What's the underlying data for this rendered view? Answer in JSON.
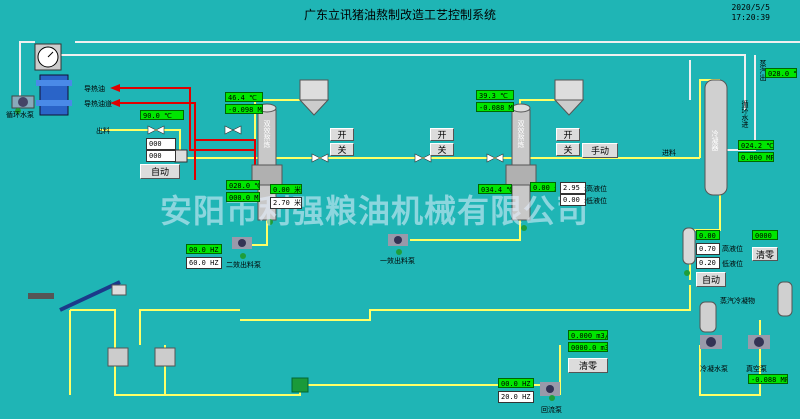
{
  "header": {
    "title": "广东立讯猪油熬制改造工艺控制系统",
    "date": "2020/5/5",
    "time": "17:20:39"
  },
  "watermark": "安阳市利强粮油机械有限公司",
  "colors": {
    "background": "#1fb5b5",
    "pipe": "#ffff66",
    "red_pipe": "#e00000",
    "display_green": "#00e600"
  },
  "labels": {
    "circ_pump": "循环水泵",
    "heat_oil_in": "导热油",
    "heat_oil_out": "导热油道",
    "feed_left": "出料",
    "pump1": "二效出料泵",
    "pump2": "一效出料泵",
    "feed_right": "进料",
    "evap": "冷凝器",
    "high_liq": "高液位",
    "low_liq": "低液位",
    "vac_pump": "冷凝水泵",
    "vac_pump2": "真空泵",
    "steam_out": "蒸汽出",
    "water_in": "循环水进",
    "condensate": "蒸汽冷凝物",
    "return_pump": "回流泵",
    "col1_text": "双效熬炼",
    "col2_text": "双效熬炼",
    "cond_text": "冷凝器"
  },
  "buttons": {
    "auto1": "自动",
    "open1": "开",
    "close1": "关",
    "open2": "开",
    "close2": "关",
    "open3": "开",
    "close3": "关",
    "manual": "手动",
    "auto2": "自动",
    "clear1": "清零",
    "clear2": "清零"
  },
  "displays": {
    "temp_in": "90.0 ℃",
    "val_a": "000",
    "val_b": "000",
    "col1_temp": "46.4 ℃",
    "col1_press": "-0.098 MP",
    "col1_lower_temp": "028.0 ℃",
    "col1_lower_press": "000.0 MP",
    "col1_level_a": "0.00 米",
    "col1_level_b": "2.70 米",
    "pump1_hz": "00.0 HZ",
    "pump1_set": "60.0 HZ",
    "col2_temp": "39.3 ℃",
    "col2_press": "-0.088 MP",
    "col2_lower_temp": "034.4 ℃",
    "col2_level_a": "0.00 米",
    "col2_level_hi": "2.95 米",
    "col2_level_lo": "0.00 米",
    "out_temp": "028.0 ℃",
    "cond_temp": "024.2 ℃",
    "cond_press": "0.000 MP",
    "tank_level": "0.00 米",
    "tank_high": "0.70 米",
    "tank_low": "0.20 米",
    "counter": "0000",
    "flow_rate": "0.000 m3/H",
    "flow_total": "0000.0 m3",
    "ret_hz": "00.0 HZ",
    "ret_set": "20.0 HZ",
    "vac_press": "-0.088 MP"
  }
}
